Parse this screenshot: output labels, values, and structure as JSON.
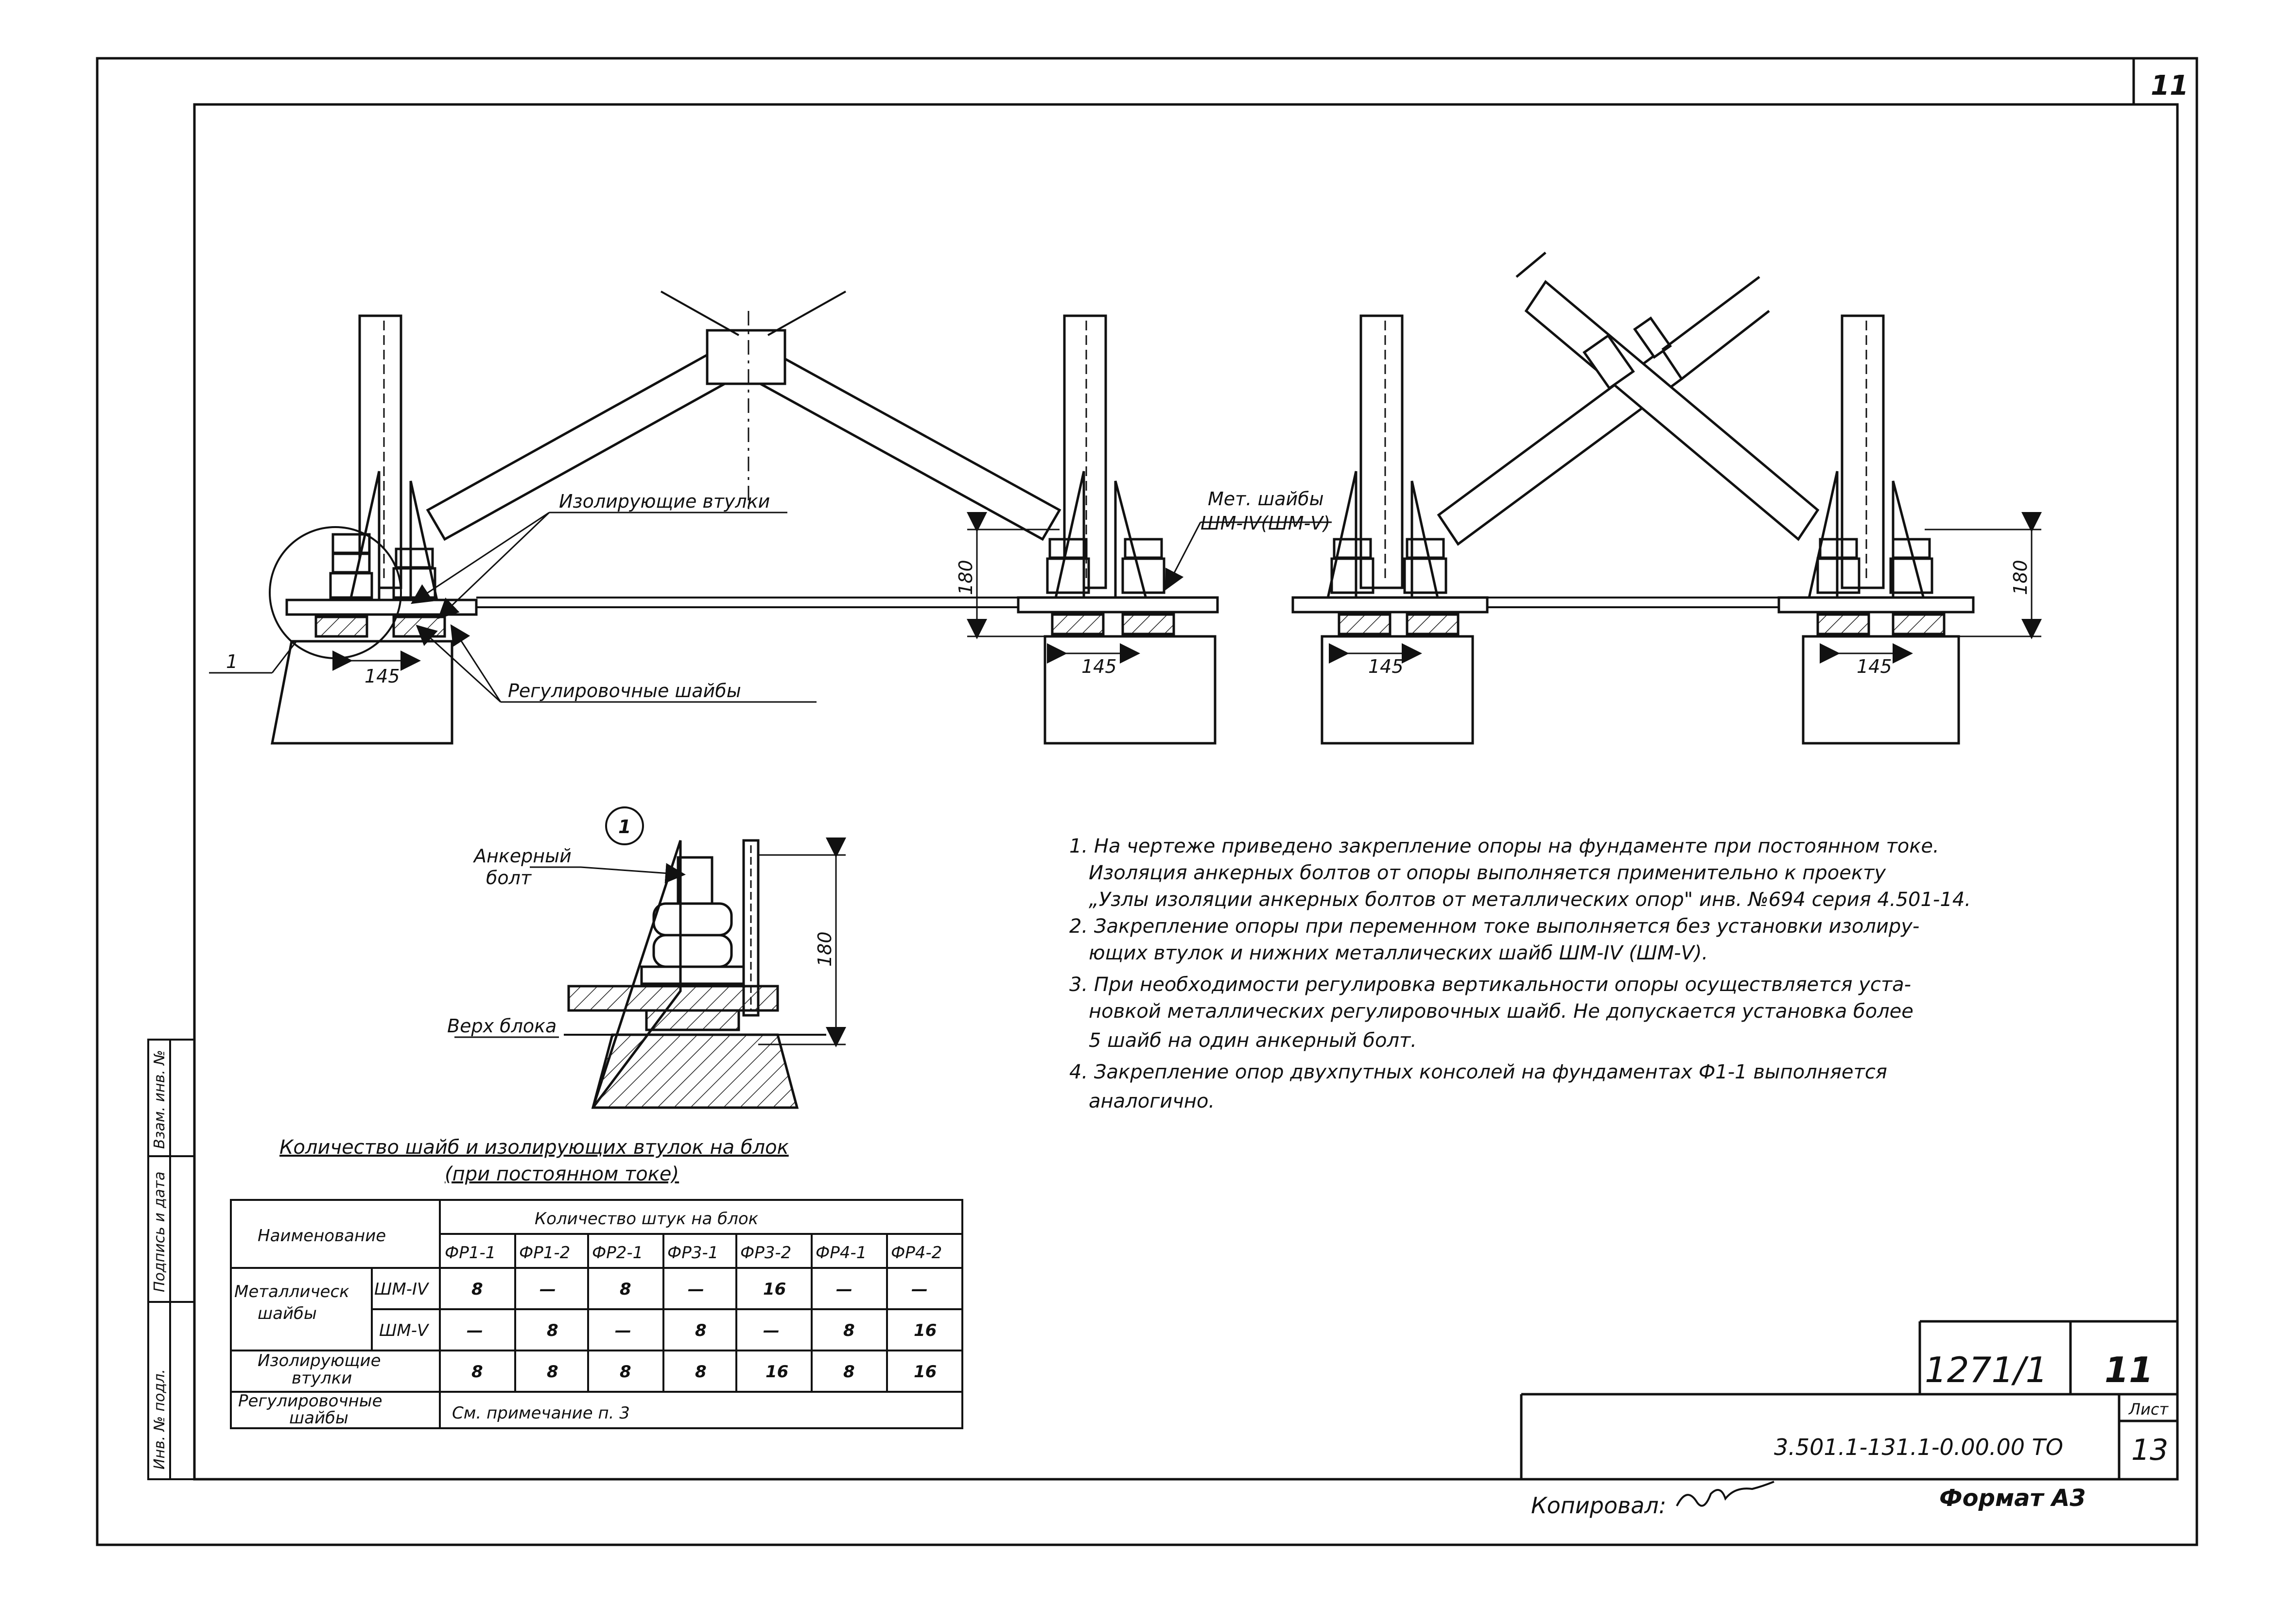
{
  "sheet_corner_number": "11",
  "labels": {
    "insulating_bushings": "Изолирующие втулки",
    "adjusting_washers": "Регулировочные шайбы",
    "metal_washers_line1": "Мет. шайбы",
    "metal_washers_line2": "ШМ-IV(ШМ-V)",
    "anchor_bolt_line1": "Анкерный",
    "anchor_bolt_line2": "болт",
    "block_top": "Верх блока",
    "node_marker": "1",
    "leader_1": "1"
  },
  "dimensions": {
    "d145_a": "145",
    "d145_b": "145",
    "d145_c": "145",
    "d145_d": "145",
    "d180_a": "180",
    "d180_b": "180",
    "d180_detail": "180"
  },
  "notes": [
    "1. На чертеже приведено закрепление опоры на фундаменте при постоянном токе.",
    "Изоляция анкерных болтов от опоры выполняется применительно к проекту",
    "„Узлы изоляции анкерных болтов от металлических опор\" инв. №694 серия 4.501-14.",
    "2. Закрепление опоры при переменном токе выполняется без установки изолиру-",
    "ющих втулок и нижних металлических шайб ШМ-IV (ШМ-V).",
    "3. При необходимости регулировка вертикальности опоры осуществляется уста-",
    "новкой металлических регулировочных шайб. Не допускается установка более",
    "5 шайб на один анкерный болт.",
    "4. Закрепление опор двухпутных консолей на фундаментах Ф1-1 выполняется",
    "аналогично."
  ],
  "table": {
    "title": "Количество шайб и изолирующих втулок на блок",
    "subtitle": "(при постоянном токе)",
    "header_name": "Наименование",
    "header_qty": "Количество штук на блок",
    "columns": [
      "ФР1-1",
      "ФР1-2",
      "ФР2-1",
      "ФР3-1",
      "ФР3-2",
      "ФР4-1",
      "ФР4-2"
    ],
    "row_metal_label_1": "Металлическ",
    "row_metal_label_2": "шайбы",
    "row_metal_sub_1": "ШМ-IV",
    "row_metal_sub_2": "ШМ-V",
    "row_metal_1": [
      "8",
      "—",
      "8",
      "—",
      "16",
      "—",
      "—"
    ],
    "row_metal_2": [
      "—",
      "8",
      "—",
      "8",
      "—",
      "8",
      "16"
    ],
    "row_insul_label_1": "Изолирующие",
    "row_insul_label_2": "втулки",
    "row_insul": [
      "8",
      "8",
      "8",
      "8",
      "16",
      "8",
      "16"
    ],
    "row_adjust_label_1": "Регулировочные",
    "row_adjust_label_2": "шайбы",
    "row_adjust_note": "См. примечание п. 3"
  },
  "stamp": {
    "series": "1271/1",
    "sheet": "11",
    "designation": "3.501.1-131.1-0.00.00 ТО",
    "list_label": "Лист",
    "list_number": "13",
    "copied_by": "Копировал:",
    "format": "Формат А3"
  },
  "side_strip": [
    "Инв. № подл.",
    "Подпись и дата",
    "Взам. инв. №"
  ]
}
